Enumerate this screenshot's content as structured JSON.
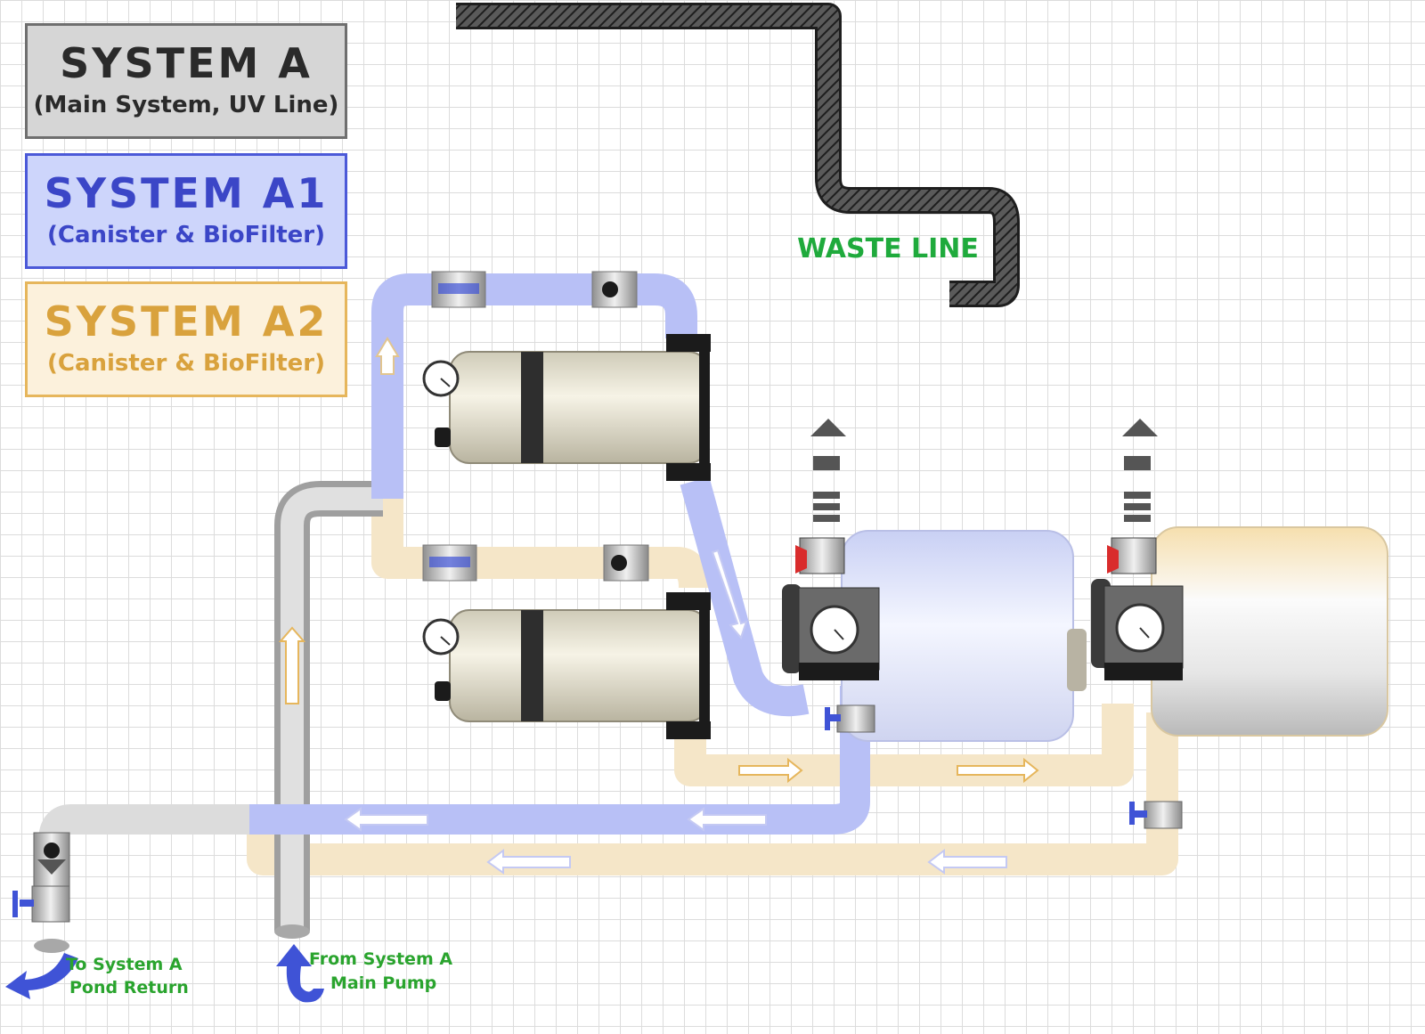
{
  "legend": {
    "system_a": {
      "title": "SYSTEM A",
      "subtitle": "(Main System, UV Line)"
    },
    "system_a1": {
      "title": "SYSTEM A1",
      "subtitle": "(Canister & BioFilter)"
    },
    "system_a2": {
      "title": "SYSTEM A2",
      "subtitle": "(Canister & BioFilter)"
    }
  },
  "labels": {
    "waste_line": "WASTE LINE",
    "to_return_line1": "To System A",
    "to_return_line2": "Pond Return",
    "from_pump_line1": "From System A",
    "from_pump_line2": "Main Pump"
  },
  "colors": {
    "system_a": "#c8c8c8",
    "system_a1": "#b8c0f6",
    "system_a2": "#f6e6c8",
    "waste": "#3a3a3a",
    "waste_label": "#1faa3c",
    "io_arrow": "#3f53d6",
    "io_label": "#2aa42e"
  }
}
